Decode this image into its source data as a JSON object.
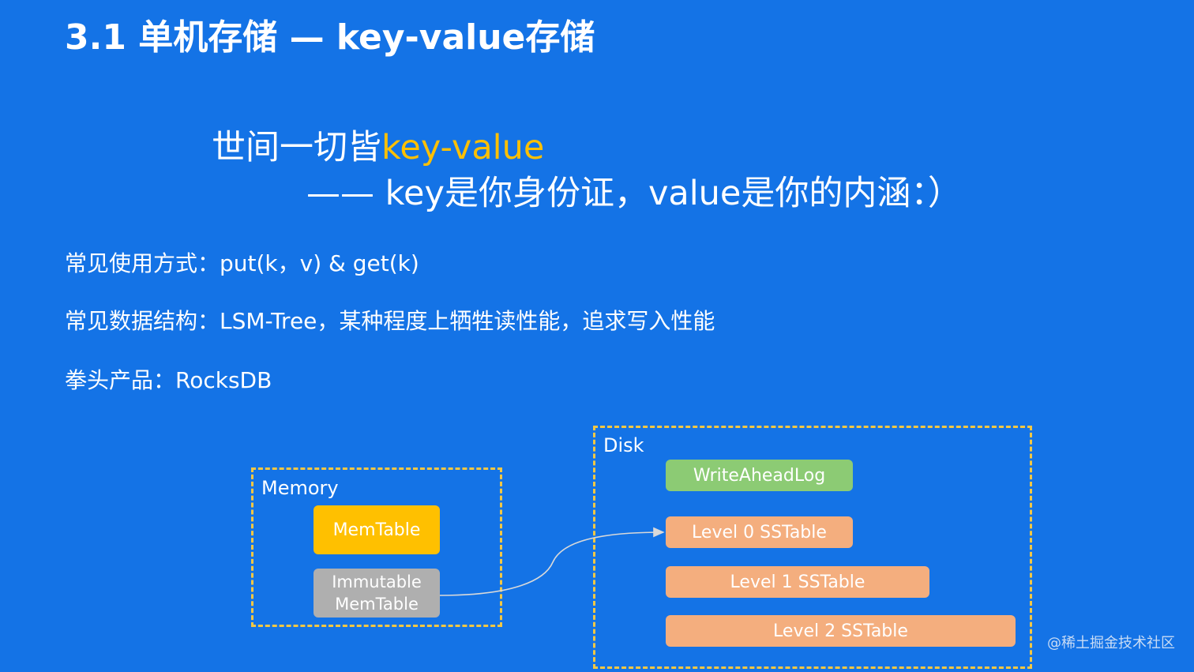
{
  "slide": {
    "title": "3.1 单机存储 — key-value存储",
    "motto_line1_prefix": "世间一切皆",
    "motto_line1_highlight": "key-value",
    "motto_line2": "—— key是你身份证，value是你的内涵：）",
    "bullets": [
      "常见使用方式：put(k，v) & get(k)",
      "常见数据结构：LSM-Tree，某种程度上牺牲读性能，追求写入性能",
      "拳头产品：RocksDB"
    ]
  },
  "diagram": {
    "memory_label": "Memory",
    "memtable": "MemTable",
    "immutable_line1": "Immutable",
    "immutable_line2": "MemTable",
    "disk_label": "Disk",
    "wal": "WriteAheadLog",
    "level0": "Level 0 SSTable",
    "level1": "Level 1 SSTable",
    "level2": "Level 2 SSTable"
  },
  "watermark": "@稀土掘金技术社区",
  "colors": {
    "background": "#1473E6",
    "highlight": "#FFC000",
    "memtable": "#FFC000",
    "immutable": "#AFAFAF",
    "wal": "#8CCB74",
    "sstable": "#F4AE7E",
    "dash_border": "#F2C744"
  }
}
